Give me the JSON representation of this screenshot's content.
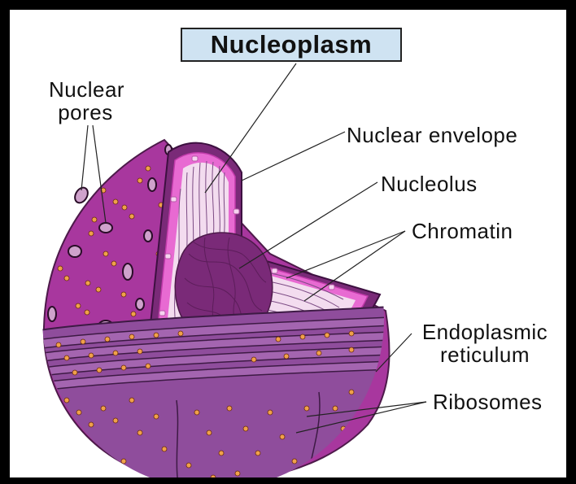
{
  "title": "Nucleoplasm",
  "labels": {
    "nuclear_pores_line1": "Nuclear",
    "nuclear_pores_line2": "pores",
    "nuclear_envelope": "Nuclear envelope",
    "nucleolus": "Nucleolus",
    "chromatin": "Chromatin",
    "endoplasmic_line1": "Endoplasmic",
    "endoplasmic_line2": "reticulum",
    "ribosomes": "Ribosomes"
  },
  "colors": {
    "nucleus_purple": "#a8379e",
    "envelope_pink": "#e86ad2",
    "nucleoplasm_light": "#f3dcef",
    "nucleolus_dark": "#7a2a78",
    "er_purple": "#8f4d9c",
    "ribosome_orange": "#f0a14a",
    "title_bg": "#cfe3f2"
  }
}
